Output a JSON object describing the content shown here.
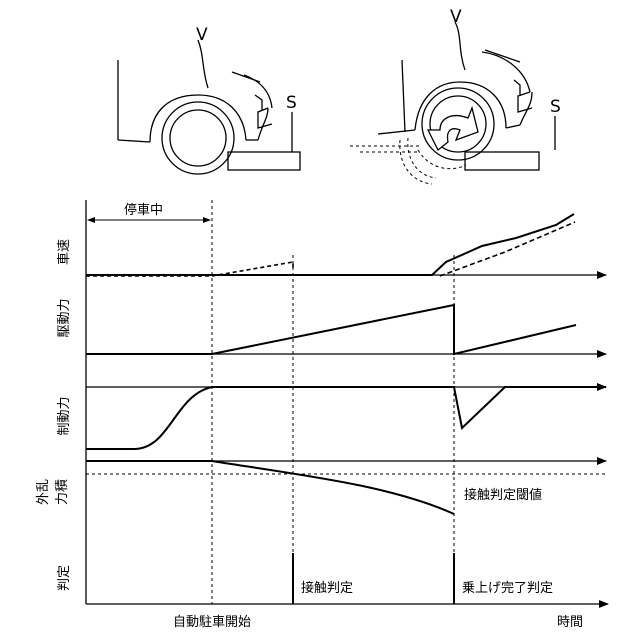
{
  "illustrations": {
    "left": {
      "vehicle_label": "V",
      "step_label": "S"
    },
    "right": {
      "vehicle_label": "V",
      "step_label": "S"
    }
  },
  "panels": {
    "speed": "車速",
    "drive_force": "駆動力",
    "braking_force": "制動力",
    "disturbance_line1": "外乱",
    "disturbance_line2": "力積",
    "judgment": "判定"
  },
  "annotations": {
    "stopped": "停車中",
    "threshold": "接触判定閾値",
    "contact_judgment": "接触判定",
    "climb_complete": "乗上げ完了判定",
    "auto_park_start": "自動駐車開始",
    "time_axis": "時間"
  }
}
